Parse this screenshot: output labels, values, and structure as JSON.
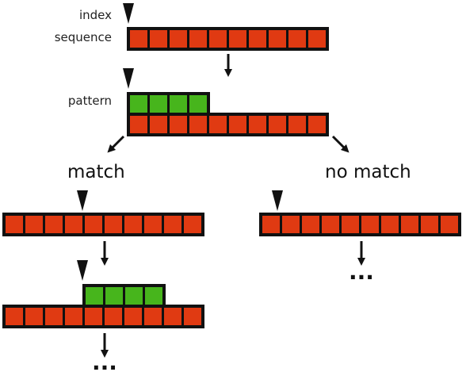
{
  "labels": {
    "index": "index",
    "sequence": "sequence",
    "pattern": "pattern",
    "match": "match",
    "no_match": "no match",
    "ellipsis_left": "...",
    "ellipsis_right": "..."
  },
  "diagram": {
    "sequence_length": 10,
    "pattern_length": 4,
    "colors": {
      "sequence_cell": "#e03a12",
      "pattern_cell": "#47b51c",
      "frame": "#111111",
      "background": "#ffffff"
    }
  }
}
